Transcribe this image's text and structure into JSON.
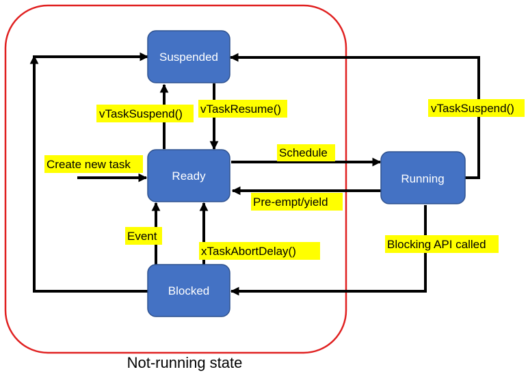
{
  "states": {
    "suspended": "Suspended",
    "ready": "Ready",
    "running": "Running",
    "blocked": "Blocked"
  },
  "transitions": {
    "ready_to_suspended": "vTaskSuspend()",
    "suspended_to_ready": "vTaskResume()",
    "running_to_suspended": "vTaskSuspend()",
    "create": "Create new task",
    "ready_to_running": "Schedule",
    "running_to_ready": "Pre-empt/yield",
    "blocked_to_ready_event": "Event",
    "blocked_to_ready_abort": "xTaskAbortDelay()",
    "running_to_blocked": "Blocking API called"
  },
  "region": {
    "label": "Not-running state",
    "color": "#e02020"
  },
  "colors": {
    "state_fill": "#4472c4",
    "label_highlight": "#ffff00",
    "arrow": "#000000"
  }
}
